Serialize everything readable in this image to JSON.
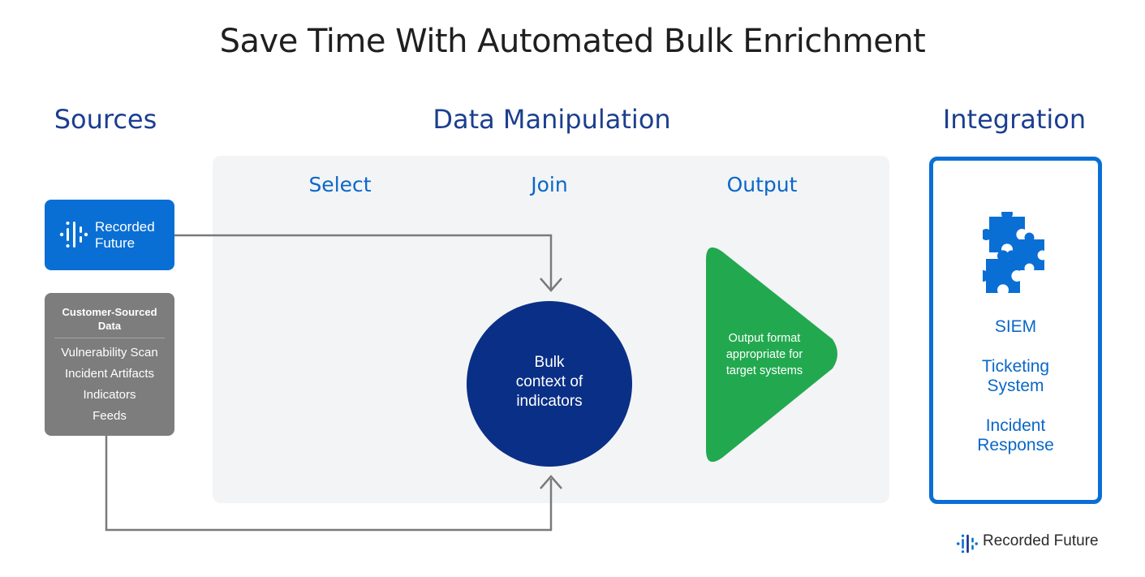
{
  "title": "Save Time With Automated Bulk Enrichment",
  "columns": {
    "sources": "Sources",
    "data_manipulation": "Data Manipulation",
    "integration": "Integration"
  },
  "steps": {
    "select": "Select",
    "join": "Join",
    "output": "Output"
  },
  "sources": {
    "recorded_future": {
      "line1": "Recorded",
      "line2": "Future"
    },
    "customer": {
      "title_line1": "Customer-Sourced",
      "title_line2": "Data",
      "items": [
        "Vulnerability Scan",
        "Incident Artifacts",
        "Indicators",
        "Feeds"
      ]
    }
  },
  "circle": {
    "line1": "Bulk",
    "line2": "context of",
    "line3": "indicators"
  },
  "output": {
    "line1": "Output format",
    "line2": "appropriate for",
    "line3": "target systems"
  },
  "integration": {
    "icon": "puzzle-icon",
    "items": [
      {
        "line1": "SIEM",
        "line2": ""
      },
      {
        "line1": "Ticketing",
        "line2": "System"
      },
      {
        "line1": "Incident",
        "line2": "Response"
      }
    ]
  },
  "footer": {
    "logo_text": "Recorded Future"
  },
  "colors": {
    "brand_blue": "#0a6fd4",
    "dark_navy": "#0a2f86",
    "output_green": "#22a94f",
    "gray_box": "#7d7d7d",
    "panel_bg": "#f3f4f6"
  }
}
